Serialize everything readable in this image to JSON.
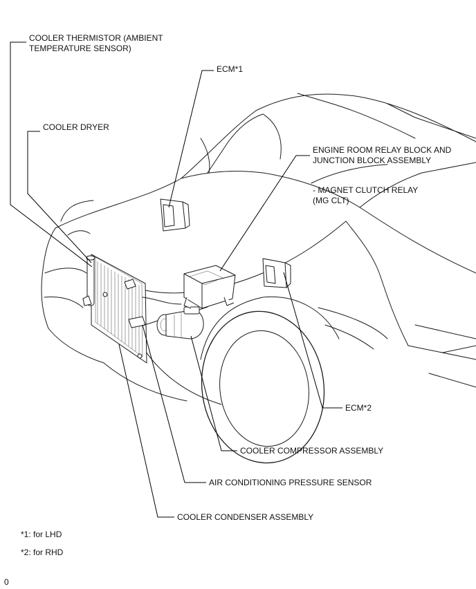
{
  "labels": {
    "thermistor_line1": "COOLER THERMISTOR (AMBIENT",
    "thermistor_line2": "TEMPERATURE SENSOR)",
    "ecm1": "ECM*1",
    "cooler_dryer": "COOLER DRYER",
    "relay_block_line1": "ENGINE ROOM RELAY BLOCK AND",
    "relay_block_line2": "JUNCTION BLOCK ASSEMBLY",
    "magnet_relay_line1": "- MAGNET CLUTCH RELAY",
    "magnet_relay_line2": "(MG CLT)",
    "ecm2": "ECM*2",
    "compressor": "COOLER COMPRESSOR ASSEMBLY",
    "pressure_sensor": "AIR CONDITIONING PRESSURE SENSOR",
    "condenser": "COOLER CONDENSER ASSEMBLY"
  },
  "notes": {
    "lhd": "*1: for LHD",
    "rhd": "*2: for RHD"
  },
  "figure_code": "0"
}
